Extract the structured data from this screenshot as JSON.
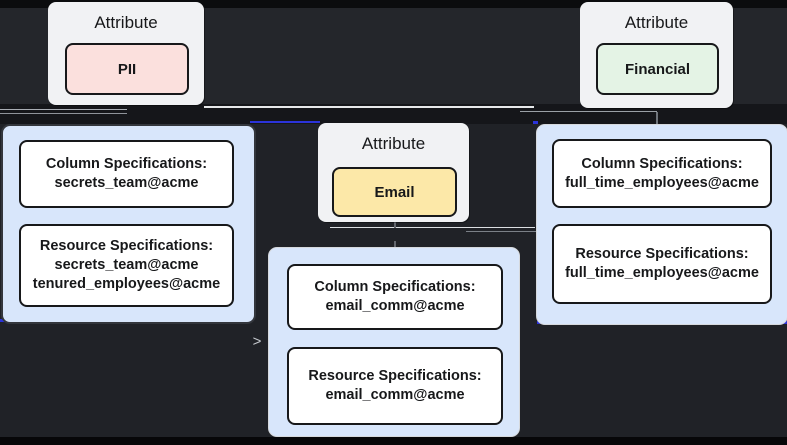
{
  "attribute_cards": [
    {
      "label": "Attribute",
      "value": "PII"
    },
    {
      "label": "Attribute",
      "value": "Email"
    },
    {
      "label": "Attribute",
      "value": "Financial"
    }
  ],
  "spec_groups": [
    {
      "column": {
        "title": "Column Specifications:",
        "lines": [
          "secrets_team@acme"
        ]
      },
      "resource": {
        "title": "Resource Specifications:",
        "lines": [
          "secrets_team@acme",
          "tenured_employees@acme"
        ]
      }
    },
    {
      "column": {
        "title": "Column Specifications:",
        "lines": [
          "email_comm@acme"
        ]
      },
      "resource": {
        "title": "Resource Specifications:",
        "lines": [
          "email_comm@acme"
        ]
      }
    },
    {
      "column": {
        "title": "Column Specifications:",
        "lines": [
          "full_time_employees@acme"
        ]
      },
      "resource": {
        "title": "Resource Specifications:",
        "lines": [
          "full_time_employees@acme"
        ]
      }
    }
  ],
  "icons": {
    "arrowhead": ">"
  },
  "colors": {
    "background": "#202227",
    "card_bg": "#f1f2f4",
    "pii_pill": "#fbe0dd",
    "email_pill": "#fce8a8",
    "financial_pill": "#e4f3e5",
    "spec_container": "#d8e6fb",
    "spec_box": "#ffffff",
    "edge_blue": "#2b33d9",
    "border_dark": "#17181a"
  }
}
